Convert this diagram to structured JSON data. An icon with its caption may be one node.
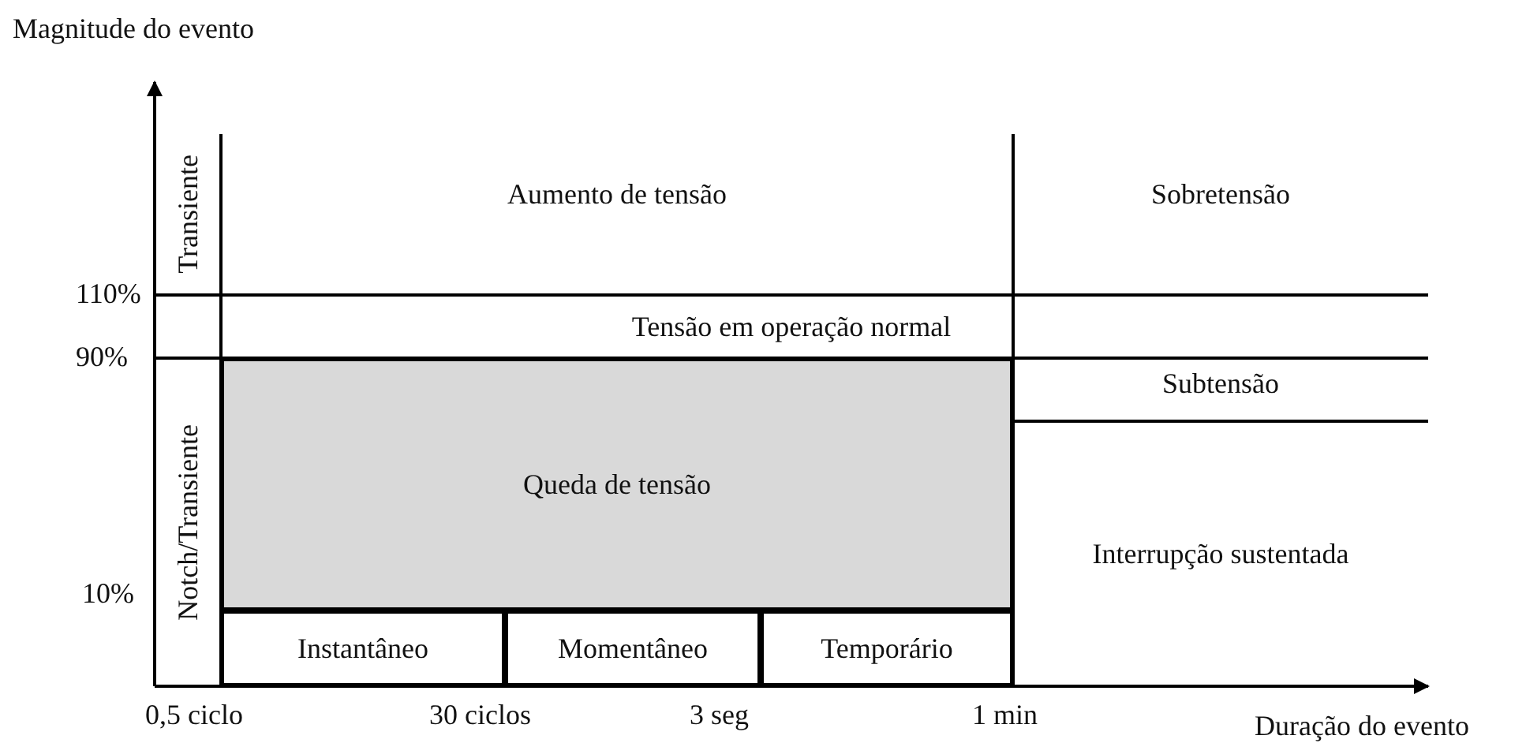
{
  "diagram": {
    "nodes": [
      {
        "text": [
          "Transiente"
        ]
      },
      {
        "text": [
          "Aumento de tensão"
        ]
      },
      {
        "text": [
          "Sobretensão"
        ]
      },
      {
        "text": [
          "Tensão em operação normal"
        ]
      },
      {
        "text": [
          "Notch/Transiente"
        ]
      },
      {
        "text": [
          "Queda de tensão"
        ]
      },
      {
        "text": [
          "Subtensão"
        ]
      },
      {
        "text": [
          "Interrupção sustentada"
        ]
      },
      {
        "text": [
          "Instantâneo"
        ]
      },
      {
        "text": [
          "Momentâneo"
        ]
      },
      {
        "text": [
          "Temporário"
        ]
      }
    ],
    "edges": [],
    "labels": [
      "Magnitude do evento",
      "110%",
      "90%",
      "10%",
      "0,5 ciclo",
      "30 ciclos",
      "3 seg",
      "1 min",
      "Duração do evento"
    ]
  }
}
